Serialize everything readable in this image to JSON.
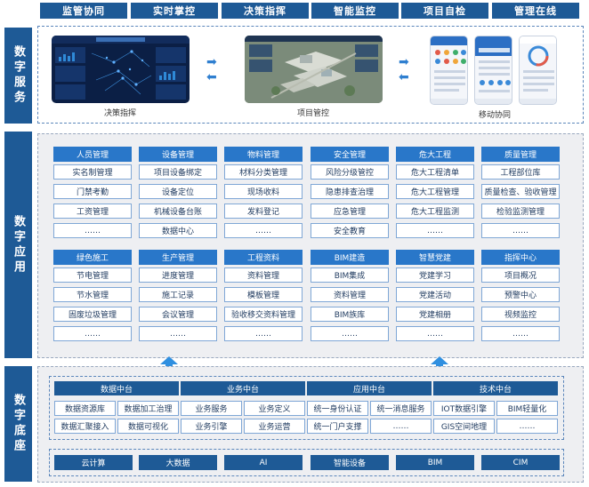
{
  "top_tabs": [
    "监管协同",
    "实时掌控",
    "决策指挥",
    "智能监控",
    "项目自检",
    "管理在线"
  ],
  "side_labels": [
    "数字服务",
    "数字应用",
    "数字底座"
  ],
  "service": {
    "captions": [
      "决策指挥",
      "项目管控",
      "移动协同"
    ]
  },
  "app_rows": [
    [
      {
        "title": "人员管理",
        "items": [
          "实名制管理",
          "门禁考勤",
          "工资管理",
          "……"
        ]
      },
      {
        "title": "设备管理",
        "items": [
          "项目设备绑定",
          "设备定位",
          "机械设备台账",
          "数据中心"
        ]
      },
      {
        "title": "物料管理",
        "items": [
          "材料分类管理",
          "现场收料",
          "发料登记",
          "……"
        ]
      },
      {
        "title": "安全管理",
        "items": [
          "风险分级管控",
          "隐患排查治理",
          "应急管理",
          "安全教育"
        ]
      },
      {
        "title": "危大工程",
        "items": [
          "危大工程清单",
          "危大工程管理",
          "危大工程监测",
          "……"
        ]
      },
      {
        "title": "质量管理",
        "items": [
          "工程部位库",
          "质量检查、验收管理",
          "检验监测管理",
          "……"
        ]
      }
    ],
    [
      {
        "title": "绿色施工",
        "items": [
          "节电管理",
          "节水管理",
          "固废垃圾管理",
          "……"
        ]
      },
      {
        "title": "生产管理",
        "items": [
          "进度管理",
          "施工记录",
          "会议管理",
          "……"
        ]
      },
      {
        "title": "工程资料",
        "items": [
          "资料管理",
          "模板管理",
          "验收移交资料管理",
          "……"
        ]
      },
      {
        "title": "BIM建造",
        "items": [
          "BIM集成",
          "资料管理",
          "BIM族库",
          "……"
        ]
      },
      {
        "title": "智慧党建",
        "items": [
          "党建学习",
          "党建活动",
          "党建相册",
          "……"
        ]
      },
      {
        "title": "指挥中心",
        "items": [
          "项目概况",
          "预警中心",
          "视频监控",
          "……"
        ]
      }
    ]
  ],
  "platforms": [
    {
      "title": "数据中台",
      "items": [
        "数据资源库",
        "数据加工治理",
        "数据汇聚接入",
        "数据可视化"
      ]
    },
    {
      "title": "业务中台",
      "items": [
        "业务服务",
        "业务定义",
        "业务引擎",
        "业务运营"
      ]
    },
    {
      "title": "应用中台",
      "items": [
        "统一身份认证",
        "统一消息服务",
        "统一门户支撑",
        "……"
      ]
    },
    {
      "title": "技术中台",
      "items": [
        "IOT数据引擎",
        "BIM轻量化",
        "GIS空间地理",
        "……"
      ]
    }
  ],
  "infra": [
    "云计算",
    "大数据",
    "AI",
    "智能设备",
    "BIM",
    "CIM"
  ],
  "colors": {
    "dark": "#1e5a96",
    "mid": "#2977c9",
    "accent": "#2f7fd0"
  }
}
